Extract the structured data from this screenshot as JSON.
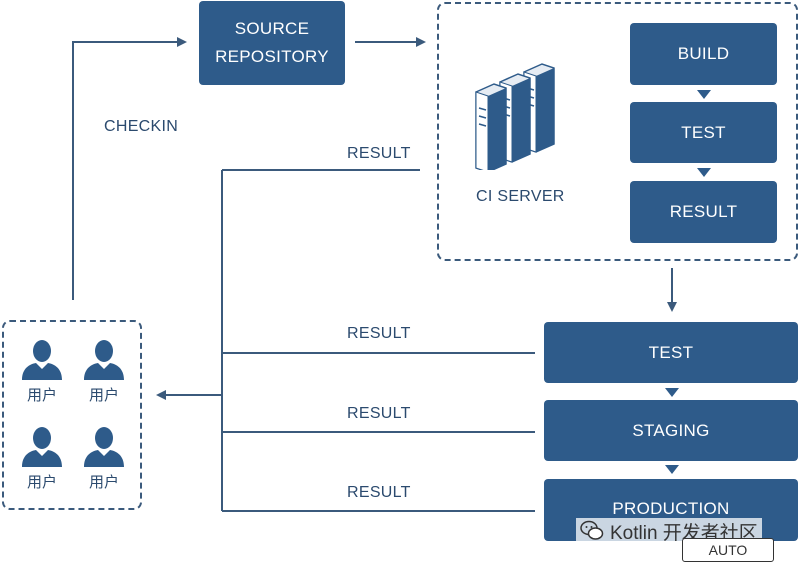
{
  "nodes": {
    "source_repository": "SOURCE\nREPOSITORY",
    "build": "BUILD",
    "ci_test": "TEST",
    "ci_result": "RESULT",
    "test": "TEST",
    "staging": "STAGING",
    "production": "PRODUCTION"
  },
  "labels": {
    "checkin": "CHECKIN",
    "result_ci": "RESULT",
    "result_test": "RESULT",
    "result_staging": "RESULT",
    "result_production": "RESULT",
    "ci_server": "CI SERVER"
  },
  "users": [
    "用户",
    "用户",
    "用户",
    "用户"
  ],
  "icons": {
    "server": "server-rack-icon",
    "user": "person-icon",
    "watermark": "wechat-icon"
  },
  "watermark": {
    "text": "Kotlin 开发者社区",
    "button": "AUTO"
  },
  "colors": {
    "box": "#2e5b8a",
    "line": "#3b5a7c",
    "text": "#2b4a6e"
  }
}
